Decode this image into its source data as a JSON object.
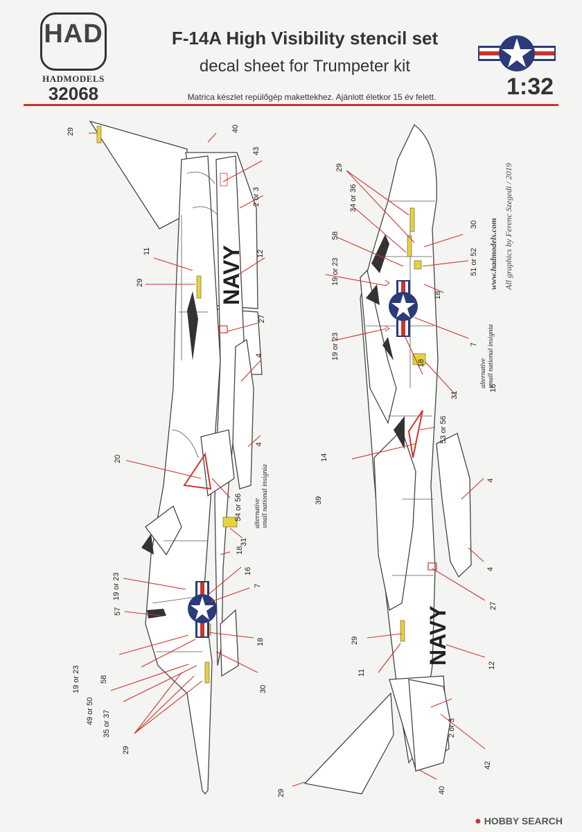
{
  "header": {
    "logo_text": "HAD",
    "brand": "HADMODELS",
    "catalog_number": "32068",
    "title_line1": "F-14A  High Visibility stencil set",
    "title_line2": "decal sheet for Trumpeter kit",
    "subtitle": "Matrica készlet repülőgép makettekhez. Ajánlott életkor 15 év felett.",
    "scale": "1:32"
  },
  "credits": {
    "website": "www.hadmodels.com",
    "artwork": "All graphics by Ferenc Szegedi / 2019"
  },
  "aircraft_markings": {
    "navy_text": "NAVY",
    "alt_note_line1": "alternative",
    "alt_note_line2": "small national insignia"
  },
  "left_view_labels": {
    "l29a": "29",
    "l40": "40",
    "l43": "43",
    "l2or3": "2 or 3",
    "l11": "11",
    "l12": "12",
    "l29b": "29",
    "l27": "27",
    "l4a": "4",
    "l4b": "4",
    "l20": "20",
    "l54or56": "54 or 56",
    "l31": "31",
    "l18a": "18",
    "l16": "16",
    "l7": "7",
    "l19or23a": "19 or 23",
    "l57": "57",
    "l18b": "18",
    "l19or23b": "19 or 23",
    "l58": "58",
    "l49or50": "49 or 50",
    "l35or37": "35 or 37",
    "l29c": "29",
    "l30": "30"
  },
  "right_view_labels": {
    "r29a": "29",
    "r34or36": "34 or 36",
    "r58": "58",
    "r30": "30",
    "r19or23a": "19 or 23",
    "r51or52": "51 or 52",
    "r18a": "18",
    "r7": "7",
    "r19or23b": "19 or 23",
    "r18b": "18",
    "r16": "16",
    "r31": "31",
    "r53or56": "53 or 56",
    "r14": "14",
    "r39": "39",
    "r4a": "4",
    "r4b": "4",
    "r27": "27",
    "r29b": "29",
    "r11": "11",
    "r12": "12",
    "r2or3": "2 or 3",
    "r42": "42",
    "r29c": "29",
    "r40": "40"
  },
  "watermark": {
    "icon": "hobby-search-logo-icon",
    "text": "HOBBY SEARCH"
  },
  "colors": {
    "accent_red": "#c8362e",
    "insignia_blue": "#2b3a78",
    "decal_yellow": "#e8d23a"
  }
}
